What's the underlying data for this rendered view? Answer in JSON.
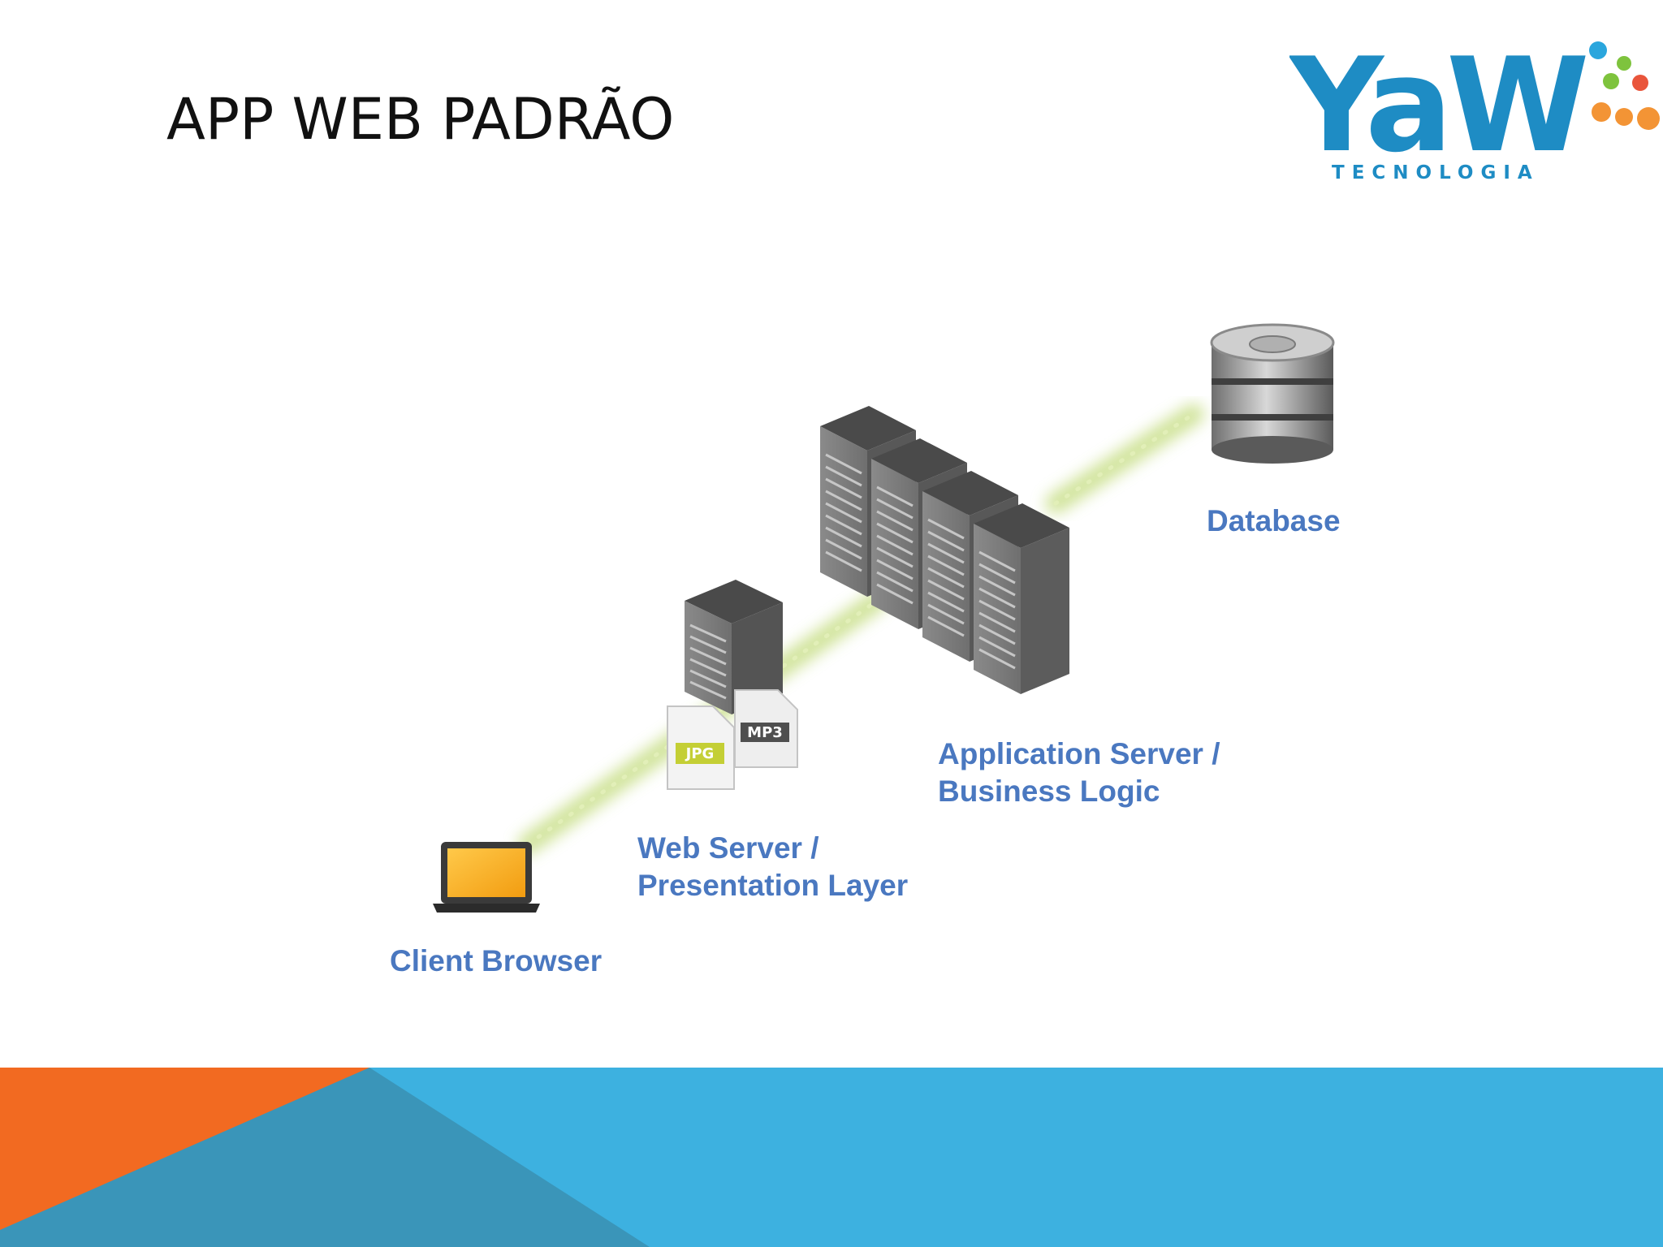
{
  "slide": {
    "title": "APP WEB PADRÃO"
  },
  "logo": {
    "wordmark": "YaW",
    "subtitle": "TECNOLOGIA"
  },
  "diagram": {
    "nodes": {
      "client": {
        "label": "Client Browser"
      },
      "web_server": {
        "line1": "Web Server /",
        "line2": "Presentation Layer"
      },
      "app_server": {
        "line1": "Application Server /",
        "line2": "Business Logic"
      },
      "database": {
        "label": "Database"
      }
    },
    "file_badges": {
      "jpg": "JPG",
      "mp3": "MP3"
    }
  },
  "colors": {
    "label_text": "#4a78c0",
    "connector_glow": "#c9df8a",
    "footer_orange": "#f26a21",
    "footer_blue": "#3db1e0",
    "footer_dark_blue": "#3a95b9",
    "logo_blue": "#1e8cc4"
  }
}
